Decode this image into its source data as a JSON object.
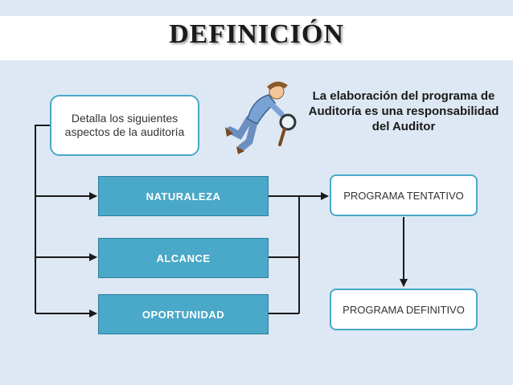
{
  "title": "DEFINICIÓN",
  "note": "La elaboración del programa de Auditoría  es una responsabilidad del Auditor",
  "callout": "Detalla los siguientes aspectos de la auditoría",
  "aspects": [
    "NATURALEZA",
    "ALCANCE",
    "OPORTUNIDAD"
  ],
  "programs": {
    "tentative": "PROGRAMA TENTATIVO",
    "definitive": "PROGRAMA DEFINITIVO"
  },
  "icons": {
    "illustration": "detective-magnifier-icon"
  },
  "colors": {
    "box_fill": "#4aa8c8",
    "background": "#dde8f4",
    "connector": "#1a1a1a"
  }
}
